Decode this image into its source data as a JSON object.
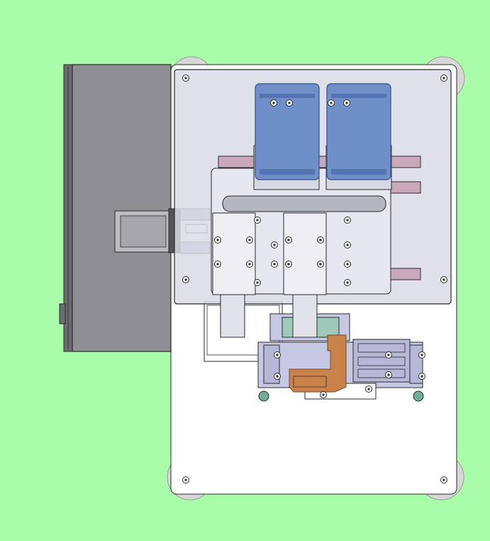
{
  "scene": {
    "kind": "cad-top-view",
    "colors": {
      "background": "#a9fda9",
      "outline": "#2b2b2b",
      "base_plate": "#ffffff",
      "cover_plate": "#d9dbe6",
      "enclosure": "#8e8e93",
      "enclosure_dark": "#6b6b70",
      "motor_blue": "#6f8fc9",
      "motor_blue_dark": "#3f5f9e",
      "copper": "#c8824a",
      "fixture_lilac": "#c6c8e4",
      "rail_pink": "#c9a9b9",
      "foot_grey": "#d7d7d7",
      "teal_pin": "#6fae98"
    },
    "icons": [
      "motor",
      "linear-rail",
      "slide-block",
      "electrode-fixture",
      "leveling-foot",
      "enclosure-box"
    ]
  }
}
